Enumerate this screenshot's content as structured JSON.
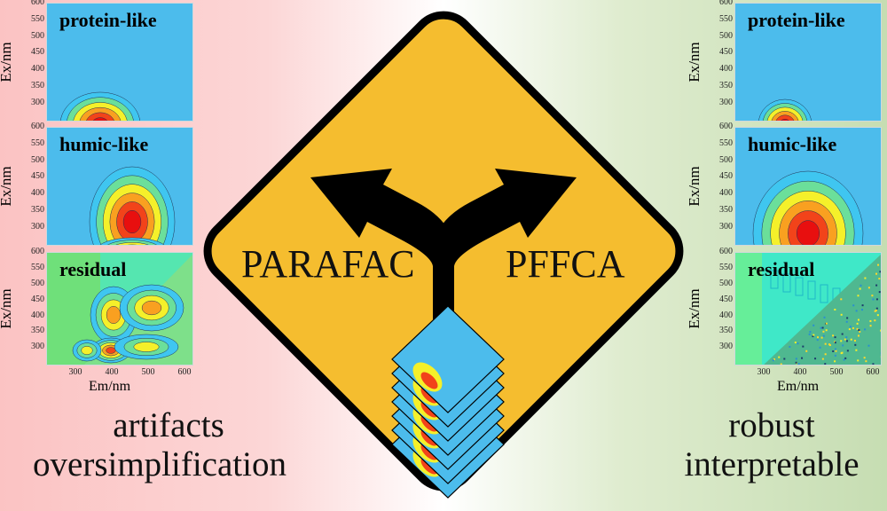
{
  "left": {
    "panels": [
      {
        "title": "protein-like",
        "kind": "protein-a"
      },
      {
        "title": "humic-like",
        "kind": "humic-a"
      },
      {
        "title": "residual",
        "kind": "residual-a"
      }
    ],
    "caption": [
      "artifacts",
      "oversimplification"
    ]
  },
  "right": {
    "panels": [
      {
        "title": "protein-like",
        "kind": "protein-b"
      },
      {
        "title": "humic-like",
        "kind": "humic-b"
      },
      {
        "title": "residual",
        "kind": "residual-b"
      }
    ],
    "caption": [
      "robust",
      "interpretable"
    ]
  },
  "axes": {
    "ylabel": "Ex/nm",
    "xlabel": "Em/nm",
    "yticks": [
      "600",
      "550",
      "500",
      "450",
      "400",
      "350",
      "300"
    ],
    "xticks": [
      "300",
      "400",
      "500",
      "600"
    ]
  },
  "center": {
    "left_method": "PARAFAC",
    "right_method": "PFFCA"
  },
  "colors": {
    "sign": "#f5bd2f",
    "left_bg": "#fbc3c3",
    "right_bg": "#c6ddb2",
    "panel_bg": "#4cbcec"
  }
}
